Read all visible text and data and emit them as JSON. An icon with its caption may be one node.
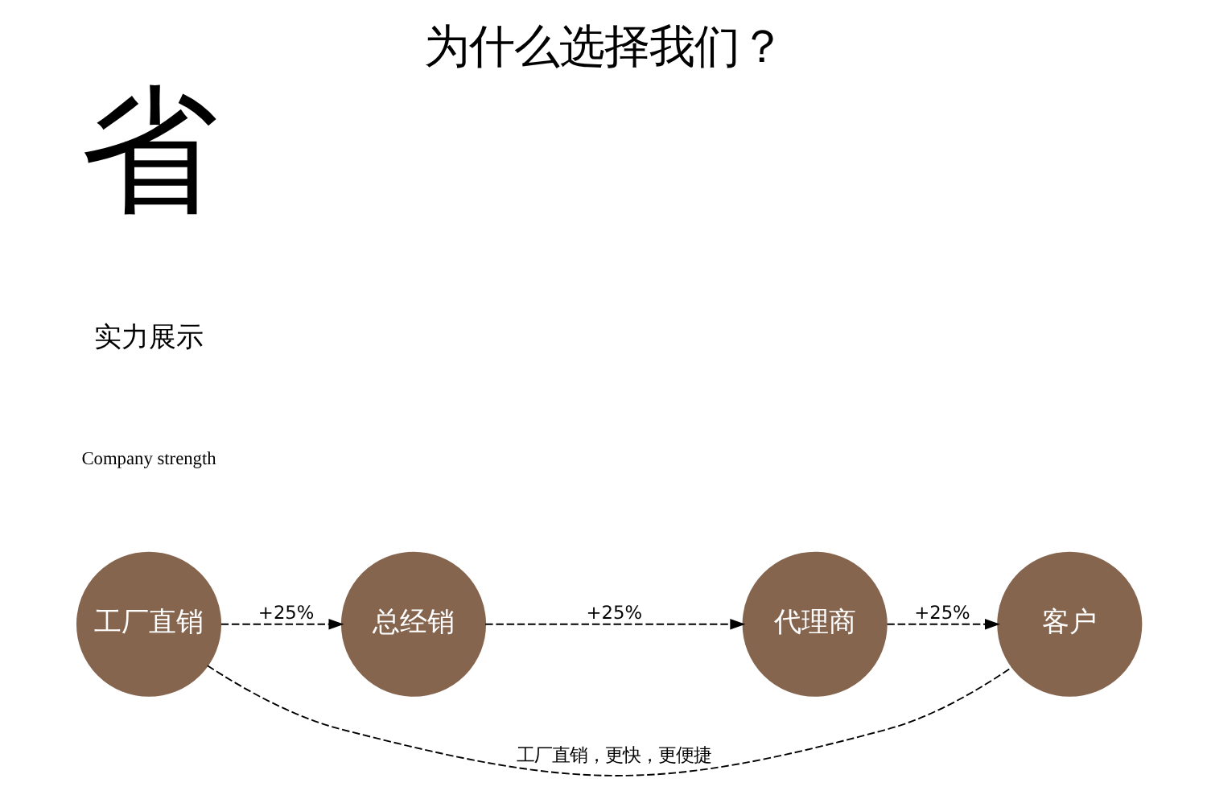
{
  "diagram": {
    "title": "为什么选择我们？",
    "nodes": [
      {
        "text": [
          "工厂直销"
        ]
      },
      {
        "text": [
          "总经销"
        ]
      },
      {
        "text": [
          "代理商"
        ]
      },
      {
        "text": [
          "客户"
        ]
      }
    ],
    "edges": [
      {
        "from": 0,
        "to": 1,
        "arrow": "to",
        "label": "+25%",
        "style": "dashed"
      },
      {
        "from": 1,
        "to": 2,
        "arrow": "to",
        "label": "+25%",
        "style": "dashed"
      },
      {
        "from": 2,
        "to": 3,
        "arrow": "to",
        "label": "+25%",
        "style": "dashed"
      },
      {
        "from": 0,
        "to": 3,
        "arrow": "none",
        "label": "工厂直销，更快，更便捷",
        "style": "dashed"
      }
    ],
    "labels": [
      "Company strength",
      "实力展示",
      "省"
    ]
  }
}
